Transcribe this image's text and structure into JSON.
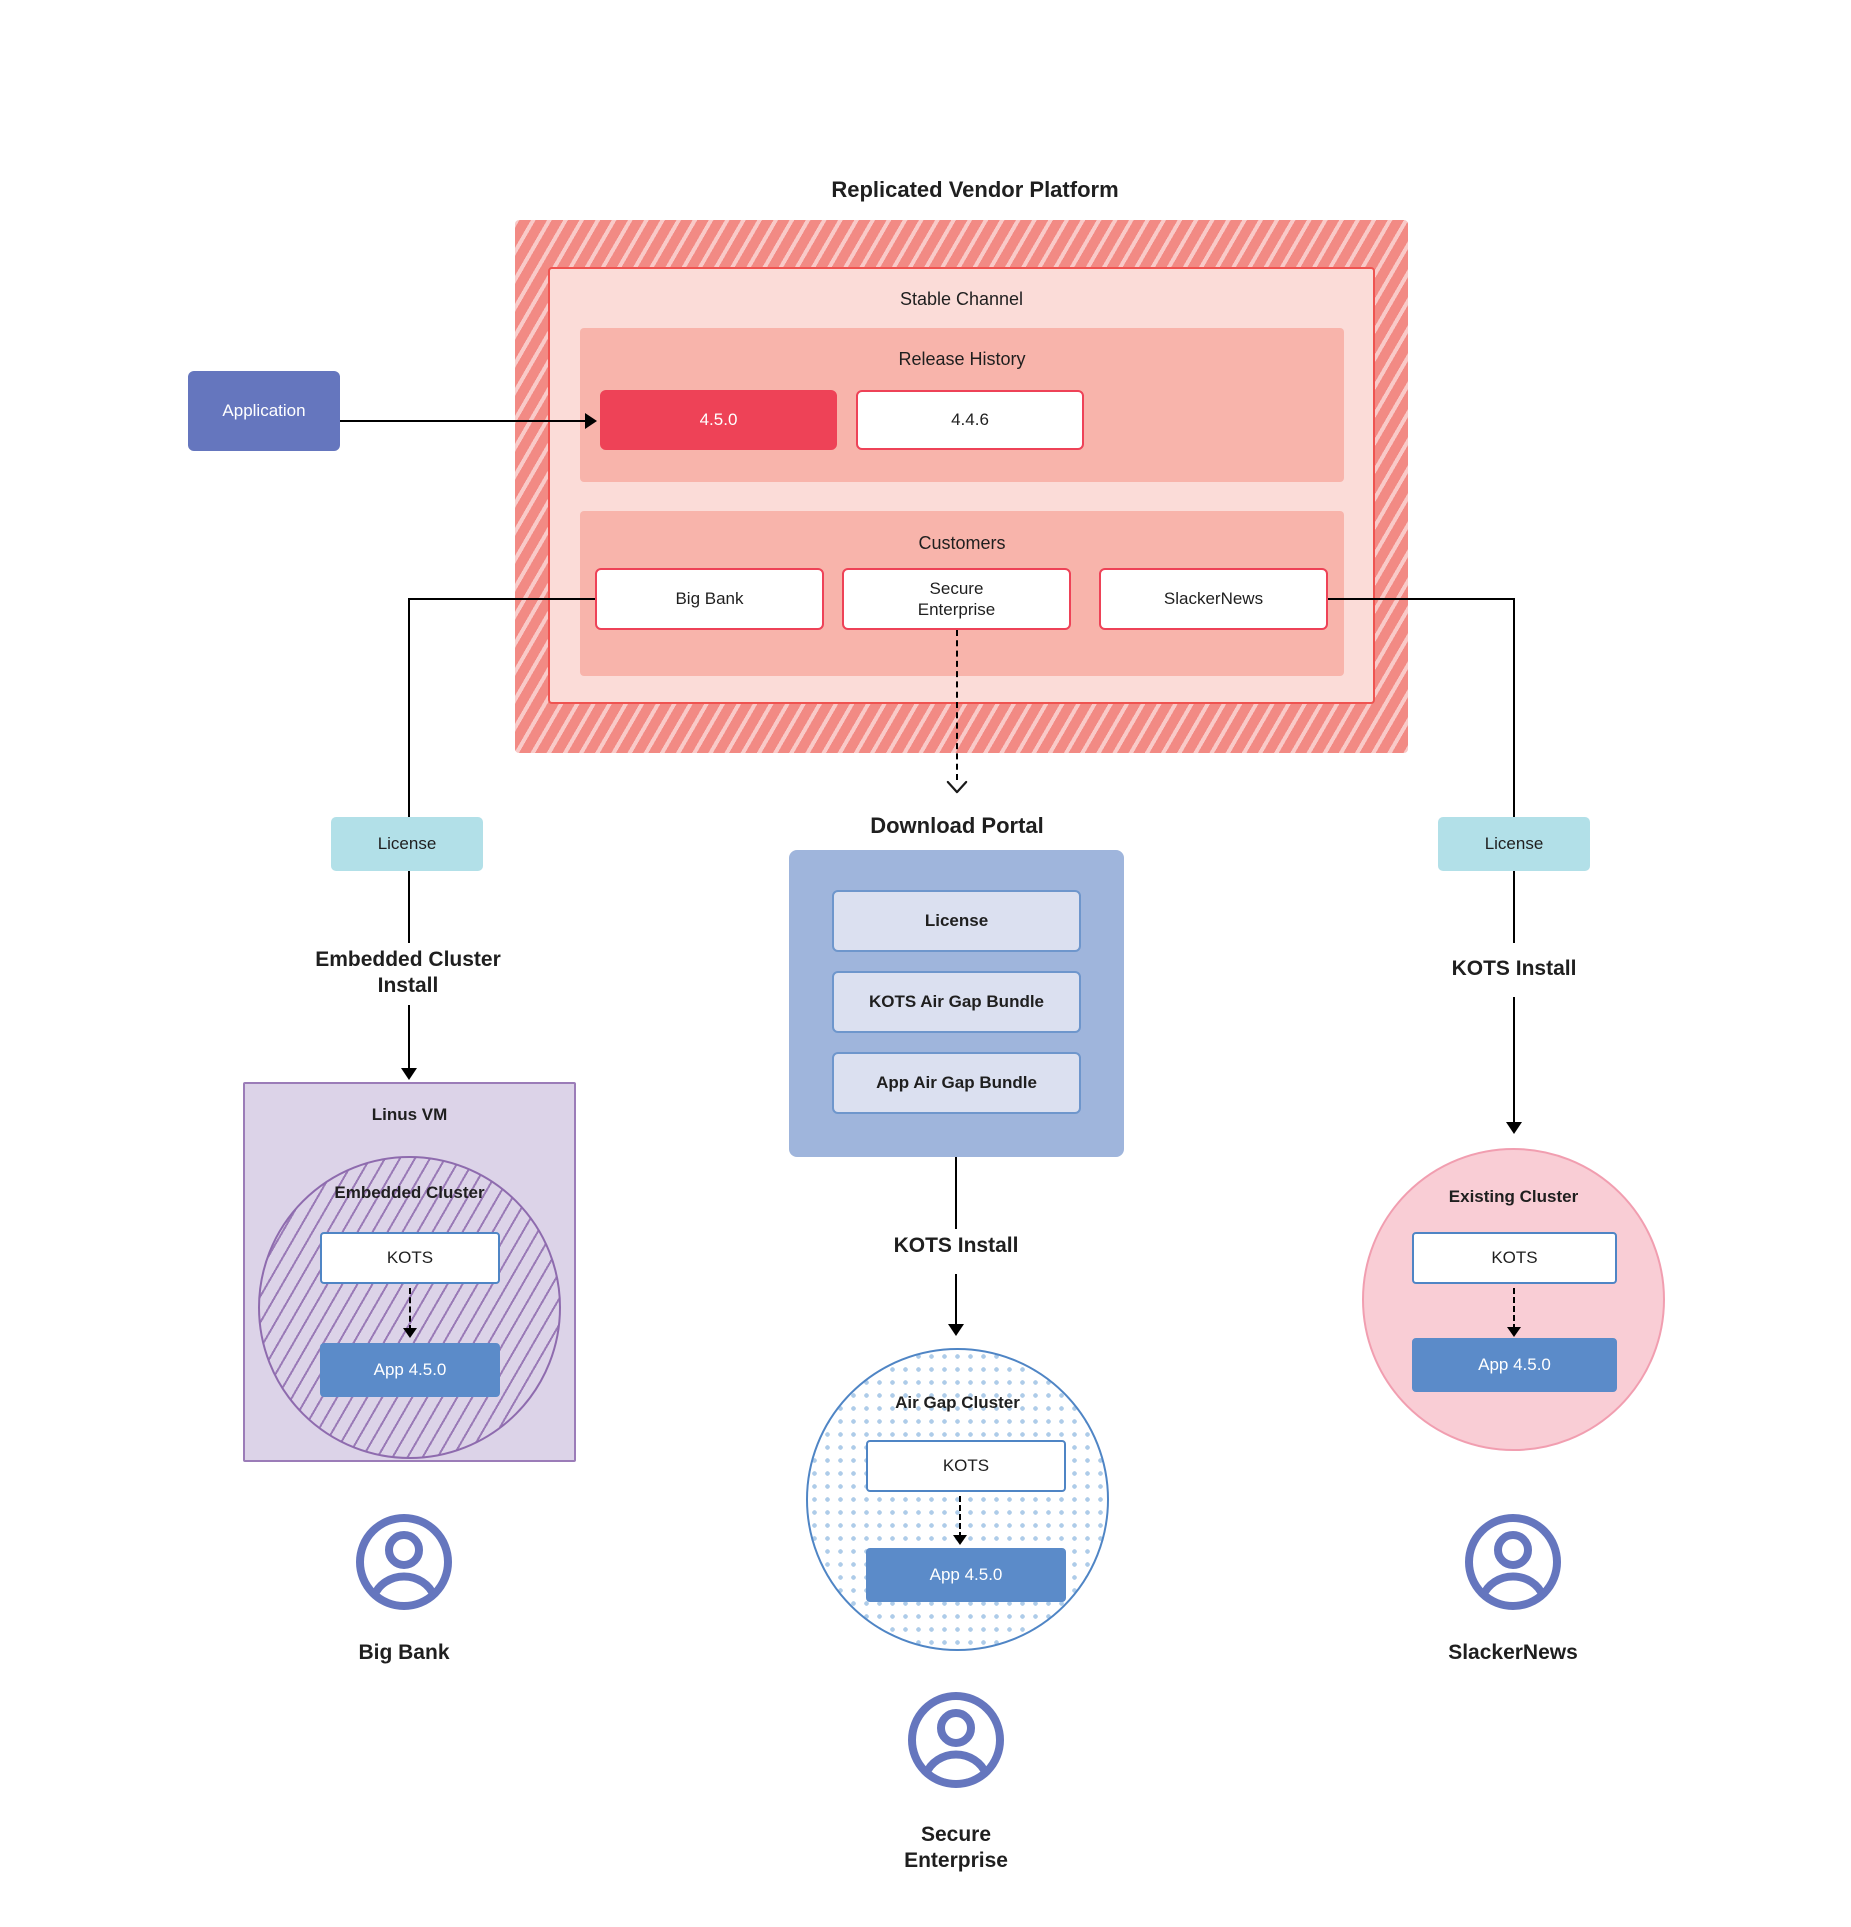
{
  "diagram": {
    "title": "Replicated Vendor Platform"
  },
  "application": {
    "label": "Application"
  },
  "channel": {
    "title": "Stable Channel",
    "release_history": {
      "title": "Release History",
      "releases": [
        {
          "version": "4.5.0",
          "state": "current"
        },
        {
          "version": "4.4.6",
          "state": "previous"
        }
      ]
    },
    "customers": {
      "title": "Customers",
      "items": [
        {
          "name": "Big Bank"
        },
        {
          "name": "Secure\nEnterprise"
        },
        {
          "name": "SlackerNews"
        }
      ]
    }
  },
  "left_flow": {
    "license_label": "License",
    "install_label": "Embedded Cluster\nInstall",
    "vm": {
      "title": "Linus VM",
      "cluster_title": "Embedded Cluster",
      "kots_label": "KOTS",
      "app_label": "App 4.5.0"
    },
    "persona": "Big Bank",
    "avatar_icon": "user-avatar-icon"
  },
  "center_flow": {
    "portal_title": "Download  Portal",
    "portal_items": [
      {
        "label": "License"
      },
      {
        "label": "KOTS Air Gap Bundle"
      },
      {
        "label": "App Air Gap Bundle"
      }
    ],
    "install_label": "KOTS Install",
    "cluster": {
      "title": "Air Gap Cluster",
      "kots_label": "KOTS",
      "app_label": "App 4.5.0"
    },
    "persona": "Secure\nEnterprise",
    "avatar_icon": "user-avatar-icon"
  },
  "right_flow": {
    "license_label": "License",
    "install_label": "KOTS Install",
    "cluster": {
      "title": "Existing Cluster",
      "kots_label": "KOTS",
      "app_label": "App 4.5.0"
    },
    "persona": "SlackerNews",
    "avatar_icon": "user-avatar-icon"
  },
  "colors": {
    "platform_hatch": "#F28A84",
    "channel_panel": "#FBDCD8",
    "sub_panel": "#F8B4AB",
    "release_current": "#EE4257",
    "application": "#6576BE",
    "license_chip": "#B2E0E8",
    "portal": "#9FB5DC",
    "portal_item": "#DBE0F0",
    "vm_purple": "#DCD3E8",
    "existing_cluster_pink": "#F9CDD5",
    "app_blue": "#5B8BC9",
    "kots_border": "#4F85C5"
  }
}
